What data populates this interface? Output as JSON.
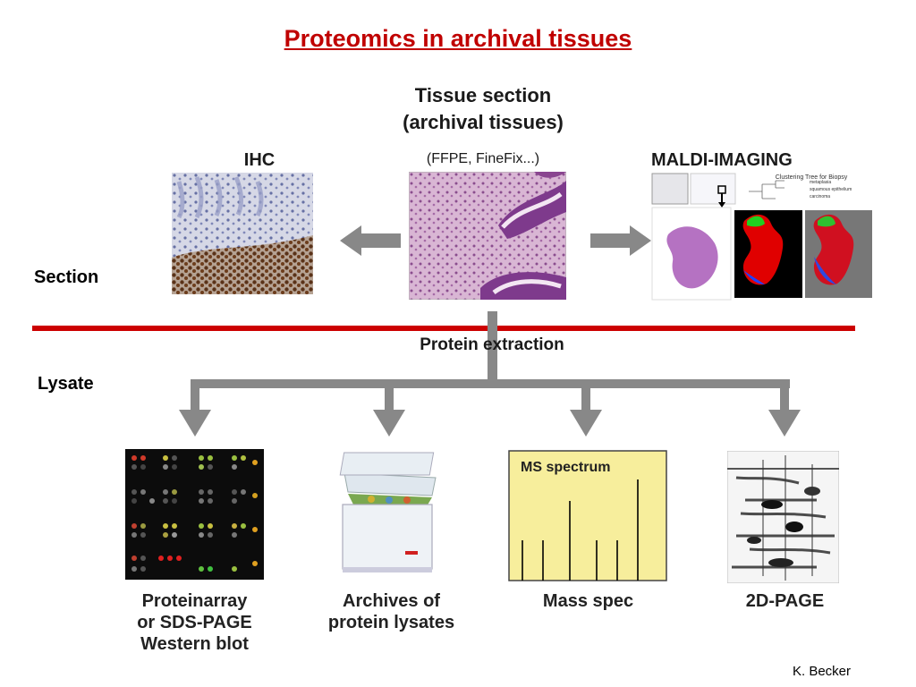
{
  "title": "Proteomics in archival tissues",
  "center": {
    "title_line1": "Tissue section",
    "title_line2": "(archival tissues)",
    "subtitle": "(FFPE, FineFix...)"
  },
  "left_panel": {
    "label": "IHC"
  },
  "right_panel": {
    "label": "MALDI-IMAGING",
    "tree_title": "Clustering Tree for Biopsy",
    "tree_legend": [
      "metaplasia",
      "squamous epithelium",
      "carcinoma"
    ],
    "tree_legend_colors": [
      "#3050c0",
      "#30a030",
      "#d03030"
    ]
  },
  "side_labels": {
    "section": "Section",
    "lysate": "Lysate"
  },
  "divider_color": "#cc0000",
  "extraction_label": "Protein extraction",
  "ms_panel": {
    "label": "MS spectrum"
  },
  "outputs": [
    {
      "line1": "Proteinarray",
      "line2": "or SDS-PAGE",
      "line3": "Western blot"
    },
    {
      "line1": "Archives of",
      "line2": "protein lysates"
    },
    {
      "line1": "Mass spec"
    },
    {
      "line1": "2D-PAGE"
    }
  ],
  "credit": "K. Becker"
}
